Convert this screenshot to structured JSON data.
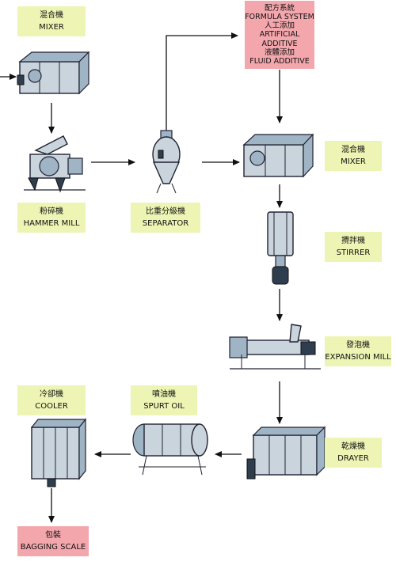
{
  "labels": {
    "mixer_top": {
      "zh": "混合機",
      "en": "MIXER"
    },
    "formula": {
      "zh1": "配方系統",
      "en1": "FORMULA SYSTEM",
      "zh2": "人工添加",
      "en2a": "ARTIFICIAL",
      "en2b": "ADDITIVE",
      "zh3": "液體添加",
      "en3": "FLUID ADDITIVE"
    },
    "mixer_right": {
      "zh": "混合機",
      "en": "MIXER"
    },
    "hammer_mill": {
      "zh": "粉碎機",
      "en": "HAMMER MILL"
    },
    "separator": {
      "zh": "比重分級機",
      "en": "SEPARATOR"
    },
    "stirrer": {
      "zh": "攪拌機",
      "en": "STIRRER"
    },
    "expansion_mill": {
      "zh": "發泡機",
      "en": "EXPANSION MILL"
    },
    "cooler": {
      "zh": "冷卻機",
      "en": "COOLER"
    },
    "spurt_oil": {
      "zh": "噴油機",
      "en": "SPURT OIL"
    },
    "dryer": {
      "zh": "乾燥機",
      "en": "DRAYER"
    },
    "bagging": {
      "zh": "包裝",
      "en": "BAGGING SCALE"
    }
  },
  "colors": {
    "label_bg": "#eef5b4",
    "highlight_bg": "#f3a7ad",
    "machine_fill": "#c9d4dc"
  }
}
